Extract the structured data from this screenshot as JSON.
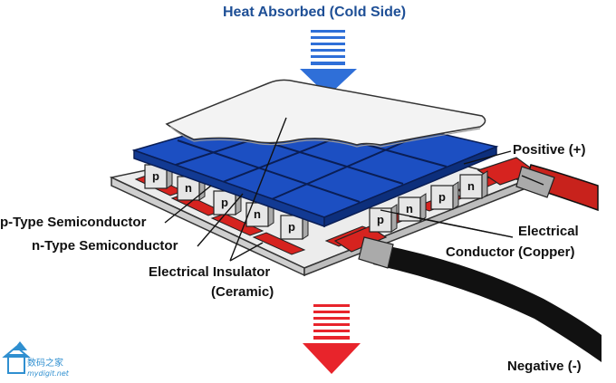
{
  "title": "Heat Absorbed (Cold Side)",
  "labels": {
    "positive": "Positive (+)",
    "negative": "Negative (-)",
    "p_type": "p-Type Semiconductor",
    "n_type": "n-Type Semiconductor",
    "insulator_line1": "Electrical Insulator",
    "insulator_line2": "(Ceramic)",
    "conductor_line1": "Electrical",
    "conductor_line2": "Conductor (Copper)"
  },
  "pellet_marks": {
    "p": "p",
    "n": "n"
  },
  "watermark": {
    "text": "数码之家",
    "url": "mydigit.net"
  },
  "colors": {
    "title": "#1e4f96",
    "hot_arrow": "#e8242b",
    "cold_arrow": "#2f6fd8",
    "blue_plate": "#1c4fc2",
    "copper_trace": "#d6231f",
    "ceramic": "#e4e4e4",
    "positive_wire": "#c8221c",
    "negative_wire": "#111111"
  },
  "icons": {
    "heat_in_arrow": "arrow-down-icon",
    "heat_out_arrow": "arrow-down-icon",
    "watermark_logo": "house-logo-icon"
  }
}
